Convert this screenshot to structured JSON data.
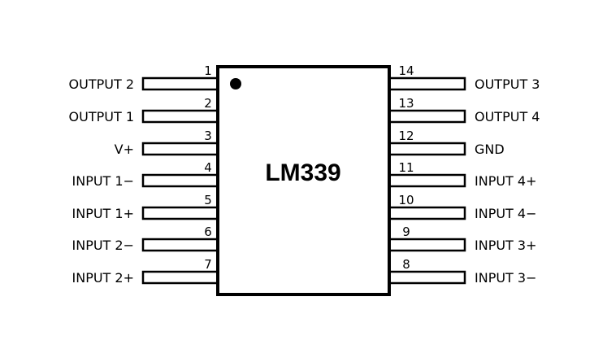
{
  "chip": {
    "name": "LM339",
    "colors": {
      "stroke": "#000000",
      "background": "#ffffff"
    }
  },
  "left_pins": [
    {
      "number": "1",
      "label": "OUTPUT 2"
    },
    {
      "number": "2",
      "label": "OUTPUT 1"
    },
    {
      "number": "3",
      "label": "V+"
    },
    {
      "number": "4",
      "label": "INPUT 1−"
    },
    {
      "number": "5",
      "label": "INPUT 1+"
    },
    {
      "number": "6",
      "label": "INPUT 2−"
    },
    {
      "number": "7",
      "label": "INPUT 2+"
    }
  ],
  "right_pins": [
    {
      "number": "14",
      "label": "OUTPUT 3"
    },
    {
      "number": "13",
      "label": "OUTPUT 4"
    },
    {
      "number": "12",
      "label": "GND"
    },
    {
      "number": "11",
      "label": "INPUT 4+"
    },
    {
      "number": "10",
      "label": "INPUT 4−"
    },
    {
      "number": "9",
      "label": "INPUT 3+"
    },
    {
      "number": "8",
      "label": "INPUT 3−"
    }
  ]
}
